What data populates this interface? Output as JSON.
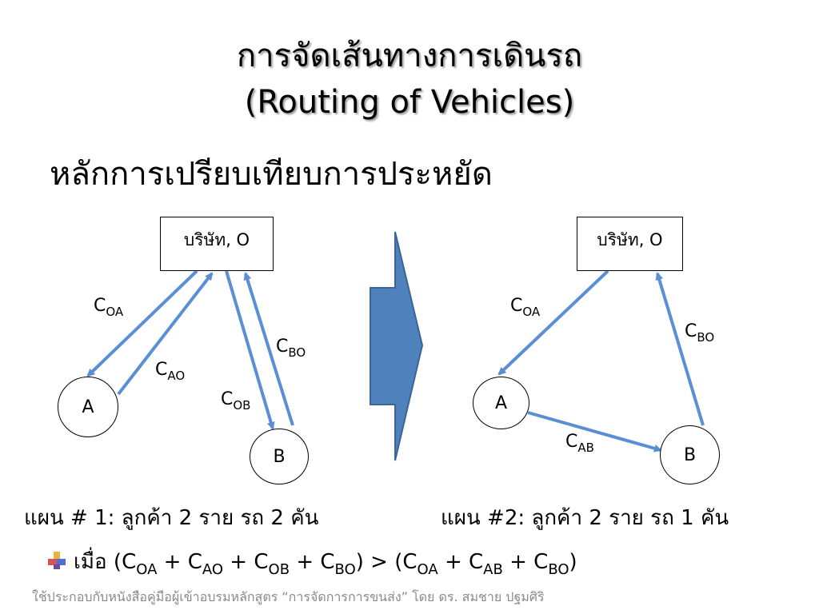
{
  "title_line1": "การจัดเส้นทางการเดินรถ",
  "title_line2": "(Routing of Vehicles)",
  "subtitle": "หลักการเปรียบเทียบการประหยัด",
  "colors": {
    "arrow": "#5B8FD5",
    "big_arrow_fill": "#4F81BD",
    "big_arrow_stroke": "#3B6592"
  },
  "plan1": {
    "depot": "บริษัท, O",
    "node_a": "A",
    "node_b": "B",
    "edges": [
      {
        "base": "C",
        "sub": "OA"
      },
      {
        "base": "C",
        "sub": "AO"
      },
      {
        "base": "C",
        "sub": "OB"
      },
      {
        "base": "C",
        "sub": "BO"
      }
    ],
    "caption": "แผน # 1: ลูกค้า 2 ราย รถ 2 คัน"
  },
  "plan2": {
    "depot": "บริษัท, O",
    "node_a": "A",
    "node_b": "B",
    "edges": [
      {
        "base": "C",
        "sub": "OA"
      },
      {
        "base": "C",
        "sub": "BO"
      },
      {
        "base": "C",
        "sub": "AB"
      }
    ],
    "caption": "แผน #2: ลูกค้า 2 ราย รถ 1 คัน"
  },
  "formula": {
    "prefix": "เมื่อ (",
    "terms": [
      {
        "base": "C",
        "sub": "OA",
        "after": " + "
      },
      {
        "base": "C",
        "sub": "AO",
        "after": " + "
      },
      {
        "base": "C",
        "sub": "OB",
        "after": " + "
      },
      {
        "base": "C",
        "sub": "BO",
        "after": ") > ("
      },
      {
        "base": "C",
        "sub": "OA",
        "after": " + "
      },
      {
        "base": "C",
        "sub": "AB",
        "after": " + "
      },
      {
        "base": "C",
        "sub": "BO",
        "after": ")"
      }
    ]
  },
  "footer": "ใช้ประกอบกับหนังสือคู่มือผู้เข้าอบรมหลักสูตร “การจัดการการขนส่ง” โดย ดร.  สมชาย ปฐมศิริ"
}
